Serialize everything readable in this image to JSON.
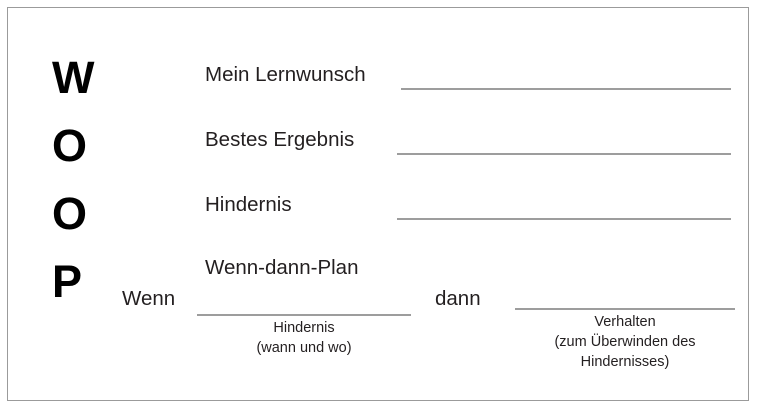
{
  "worksheet": {
    "acronym": {
      "letters": [
        "W",
        "O",
        "O",
        "P"
      ]
    },
    "fields": [
      {
        "label": "Mein Lernwunsch",
        "value": ""
      },
      {
        "label": "Bestes Ergebnis",
        "value": ""
      },
      {
        "label": "Hindernis",
        "value": ""
      }
    ],
    "plan": {
      "heading": "Wenn-dann-Plan",
      "if_word": "Wenn",
      "then_word": "dann",
      "if_caption_line1": "Hindernis",
      "if_caption_line2": "(wann und wo)",
      "then_caption_line1": "Verhalten",
      "then_caption_line2": "(zum Überwinden des",
      "then_caption_line3": "Hindernisses)"
    }
  },
  "colors": {
    "frame_border": "#9b9b9b",
    "rule_line": "#9d9d9d",
    "text": "#231f20",
    "background": "#ffffff"
  }
}
